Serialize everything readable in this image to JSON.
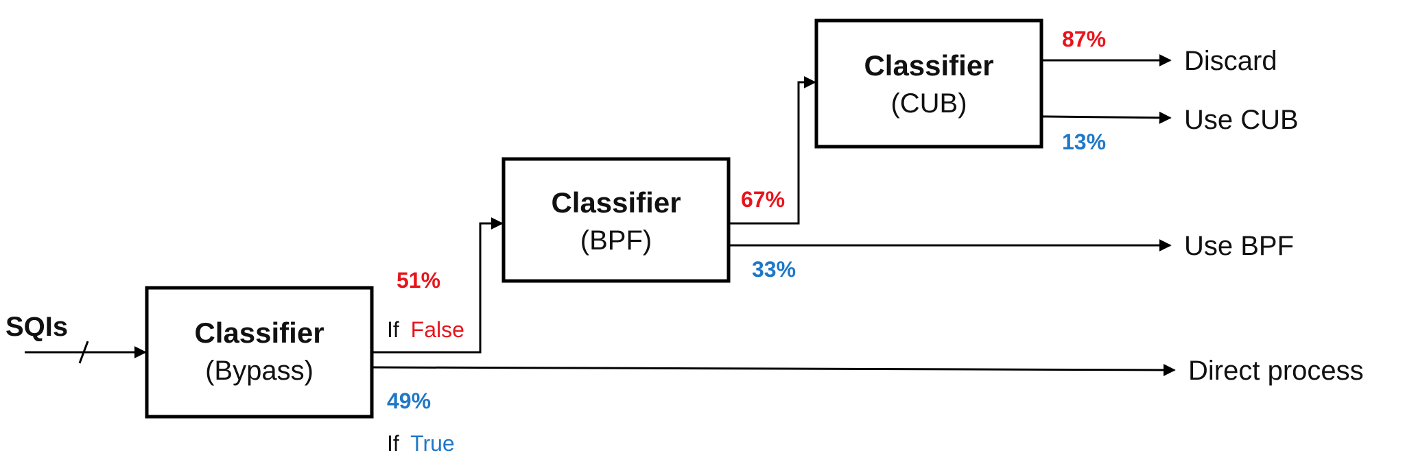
{
  "colors": {
    "false_color": "#e8141c",
    "true_color": "#1f78c8"
  },
  "input": {
    "label": "SQIs"
  },
  "boxes": {
    "bypass": {
      "title": "Classifier",
      "subtitle": "(Bypass)"
    },
    "bpf": {
      "title": "Classifier",
      "subtitle": "(BPF)"
    },
    "cub": {
      "title": "Classifier",
      "subtitle": "(CUB)"
    }
  },
  "branches": {
    "bypass_false_pct": "51%",
    "bypass_true_pct": "49%",
    "bpf_false_pct": "67%",
    "bpf_true_pct": "33%",
    "cub_false_pct": "87%",
    "cub_true_pct": "13%"
  },
  "conditions": {
    "if_word": "If",
    "false_word": "False",
    "true_word": "True"
  },
  "outputs": {
    "discard": "Discard",
    "use_cub": "Use CUB",
    "use_bpf": "Use BPF",
    "direct": "Direct process"
  }
}
